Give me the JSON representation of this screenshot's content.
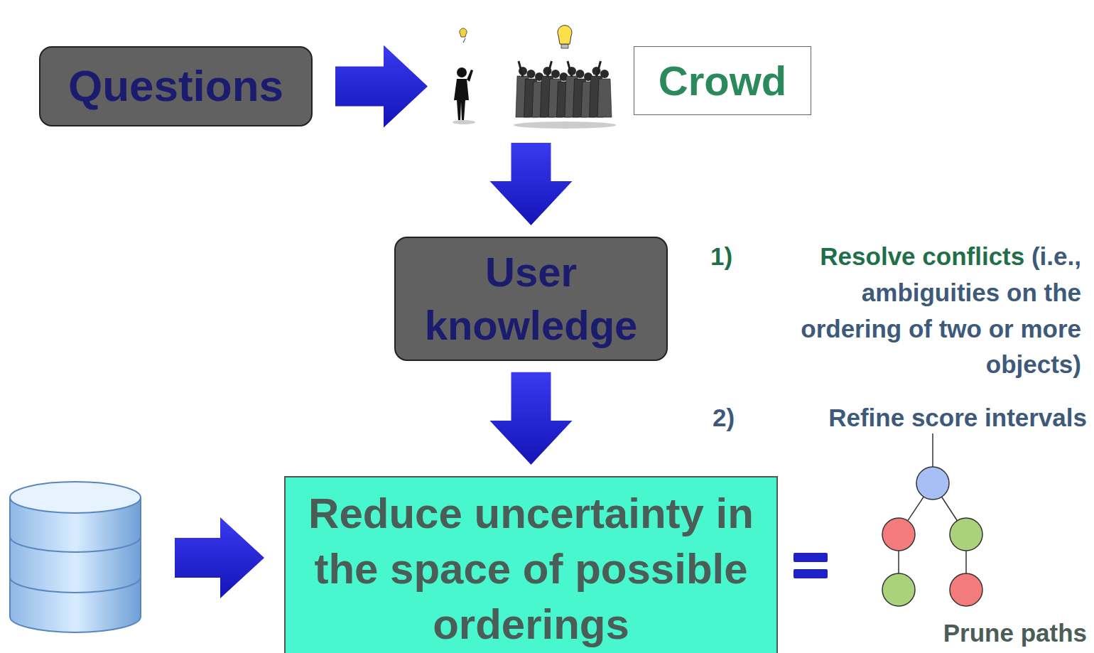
{
  "diagram": {
    "nodes": [
      {
        "text": [
          "Questions"
        ]
      },
      {
        "text": [
          "Crowd"
        ]
      },
      {
        "text": [
          "User knowledge"
        ]
      },
      {
        "text": [
          "Reduce uncertainty in the space of possible orderings"
        ]
      }
    ],
    "edges": [
      {
        "from": 0,
        "to": 1,
        "arrow": "to"
      },
      {
        "from": 1,
        "to": 2,
        "arrow": "to"
      },
      {
        "from": 2,
        "to": 3,
        "arrow": "to"
      }
    ],
    "labels": [
      "1)",
      "Resolve conflicts",
      "(i.e., ambiguities on the ordering of two or more objects)",
      "2)",
      "Refine score intervals",
      "Prune paths"
    ]
  }
}
